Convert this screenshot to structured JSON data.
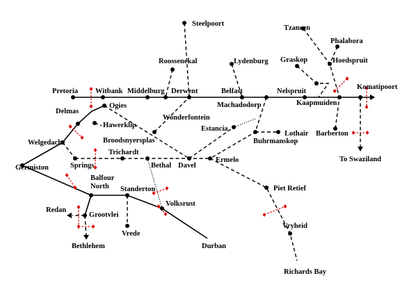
{
  "labels": {
    "steelpoort": "Steelpoort",
    "tzaneen": "Tzaneen",
    "phalabora": "Phalabora",
    "hoedspruit": "Hoedspruit",
    "roossenekal": "Roossenekal",
    "lydenburg": "Lydenburg",
    "graskop": "Graskop",
    "komatipoort": "Komatipoort",
    "pretoria": "Pretoria",
    "witbank": "Witbank",
    "middelburg": "Middelburg",
    "derwent": "Derwent",
    "belfast": "Belfast",
    "nelspruit": "Nelspruit",
    "machadodorp": "Machadodorp",
    "kaapmuiden": "Kaapmuiden",
    "delmas": "Delmas",
    "ogies": "Ogies",
    "hawerklip": "Hawerklip",
    "wonderfontein": "Wonderfontein",
    "estancia": "Estancia",
    "barberton": "Barberton",
    "lothair": "Lothair",
    "buhrmanskop": "Buhrmanskop",
    "welgedacht": "Welgedacht",
    "broodsnyersplas": "Broodsnyersplas",
    "germiston": "Germiston",
    "springs": "Springs",
    "trichardt": "Trichardt",
    "bethal": "Bethal",
    "davel": "Davel",
    "ermelo": "Ermelo",
    "to_swaziland": "To Swaziland",
    "balfour_north_1": "Balfour",
    "balfour_north_2": "North",
    "standerton": "Standerton",
    "volksrust": "Volksrust",
    "piet_retief": "Piet Retief",
    "redan": "Redan",
    "grootvlei": "Grootvlei",
    "vrede": "Vrede",
    "vryheid": "Vryheid",
    "durban": "Durban",
    "bethlehem": "Bethlehem",
    "richards_bay": "Richards Bay"
  }
}
